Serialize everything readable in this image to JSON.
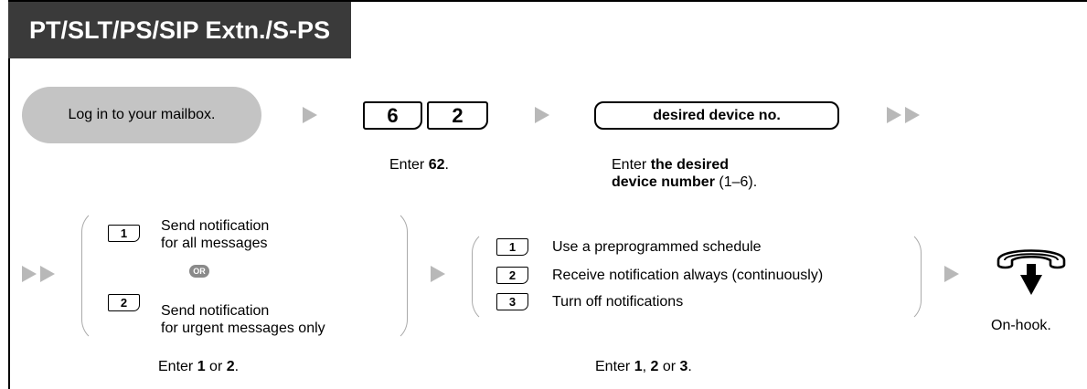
{
  "header": {
    "title": "PT/SLT/PS/SIP Extn./S-PS"
  },
  "row1": {
    "login": "Log in to your mailbox.",
    "key1": "6",
    "key2": "2",
    "enter_prefix": "Enter ",
    "enter_value": "62",
    "enter_suffix": ".",
    "device_box": "desired device no.",
    "device_line1_prefix": "Enter ",
    "device_line1_bold": "the desired",
    "device_line2_bold": "device number",
    "device_line2_suffix": " (1–6)."
  },
  "group1": {
    "key1": "1",
    "opt1_line1": "Send notification",
    "opt1_line2": "for all messages",
    "or": "OR",
    "key2": "2",
    "opt2_line1": "Send notification",
    "opt2_line2": "for urgent messages only",
    "caption_prefix": "Enter ",
    "caption_a": "1",
    "caption_mid": " or ",
    "caption_b": "2",
    "caption_suffix": "."
  },
  "group2": {
    "key1": "1",
    "opt1": "Use a preprogrammed schedule",
    "key2": "2",
    "opt2": "Receive notification always (continuously)",
    "key3": "3",
    "opt3": "Turn off notifications",
    "caption_prefix": "Enter ",
    "caption_a": "1",
    "caption_sep": ", ",
    "caption_b": "2",
    "caption_mid": " or ",
    "caption_c": "3",
    "caption_suffix": "."
  },
  "onhook": {
    "label": "On-hook.",
    "icon": "handset-on-hook-icon"
  },
  "colors": {
    "header_bg": "#3a3a3a",
    "pill_bg": "#c4c4c4",
    "arrow": "#b8b8b8",
    "bracket": "#aaaaaa"
  }
}
